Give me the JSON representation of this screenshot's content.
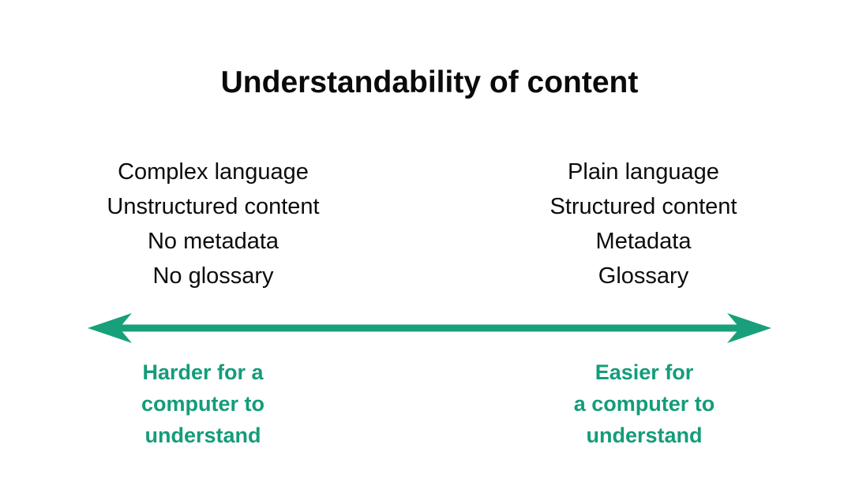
{
  "title": "Understandability of content",
  "scale": {
    "left_attributes": {
      "0": "Complex language",
      "1": "Unstructured content",
      "2": "No metadata",
      "3": "No glossary"
    },
    "right_attributes": {
      "0": "Plain language",
      "1": "Structured content",
      "2": "Metadata",
      "3": "Glossary"
    },
    "left_caption": "Harder for a\ncomputer to\nunderstand",
    "right_caption": "Easier for\na computer to\nunderstand"
  },
  "colors": {
    "accent_green": "#18a07b",
    "text_black": "#0c0c0c",
    "background": "#ffffff"
  }
}
